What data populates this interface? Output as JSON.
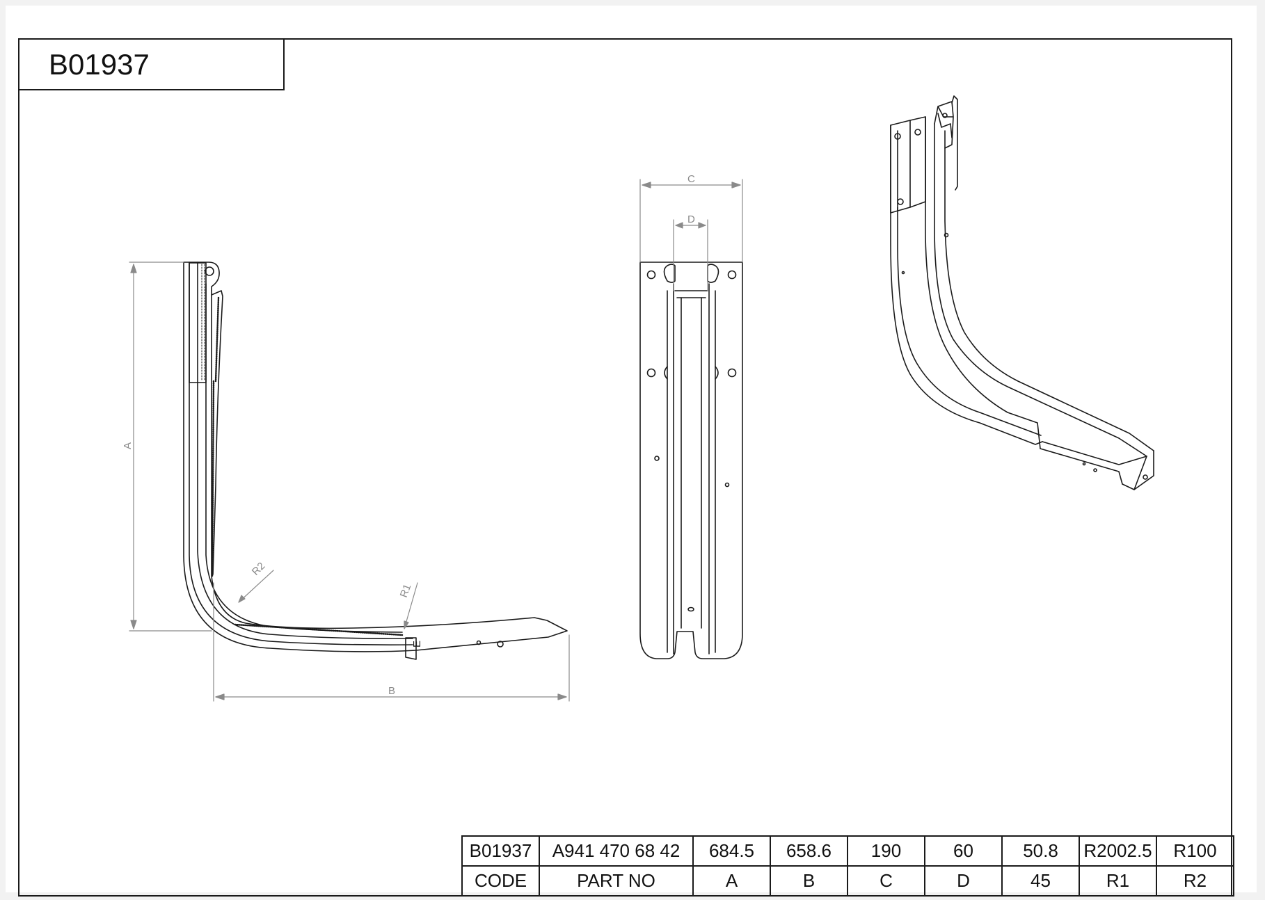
{
  "drawing": {
    "code": "B01937",
    "dimension_labels": {
      "a": "A",
      "b": "B",
      "c": "C",
      "d": "D",
      "e": "E",
      "r1": "R1",
      "r2": "R2"
    }
  },
  "spec_table": {
    "values_row": [
      "B01937",
      "A941 470 68 42",
      "684.5",
      "658.6",
      "190",
      "60",
      "50.8",
      "R2002.5",
      "R100"
    ],
    "header_row": [
      "CODE",
      "PART NO",
      "A",
      "B",
      "C",
      "D",
      "45",
      "R1",
      "R2"
    ]
  }
}
